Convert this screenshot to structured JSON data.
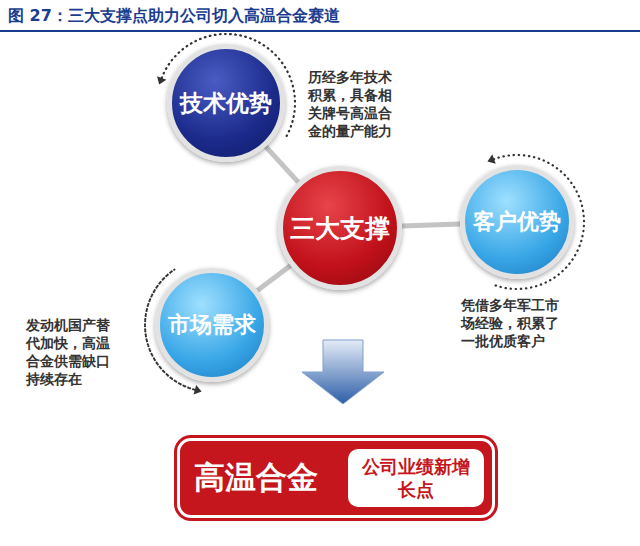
{
  "diagram": {
    "title": "图 27：三大支撑点助力公司切入高温合金赛道",
    "nodes": [
      {
        "text": [
          "技术优势"
        ]
      },
      {
        "text": [
          "三大支撑"
        ]
      },
      {
        "text": [
          "客户优势"
        ]
      },
      {
        "text": [
          "市场需求"
        ]
      },
      {
        "text": [
          "高温合金"
        ]
      },
      {
        "text": [
          "公司业绩新增长点"
        ],
        "in": 4
      }
    ],
    "edges": [
      {
        "from": 1,
        "to": 0,
        "arrow": "none"
      },
      {
        "from": 1,
        "to": 2,
        "arrow": "none"
      },
      {
        "from": 1,
        "to": 3,
        "arrow": "none"
      }
    ],
    "labels": [
      "历经多年技术积累，具备相关牌号高温合金的量产能力",
      "凭借多年军工市场经验，积累了一批优质客户",
      "发动机国产替代加快，高温合金供需缺口持续存在"
    ]
  }
}
